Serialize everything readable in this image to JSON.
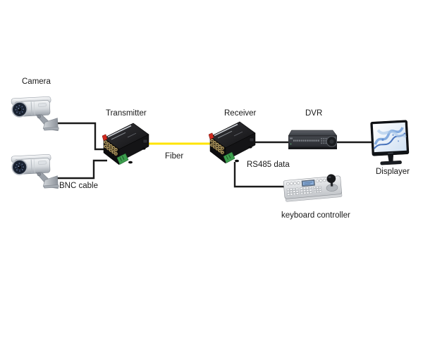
{
  "diagram": {
    "background": "#ffffff",
    "nodes": {
      "camera": {
        "label": "Camera",
        "visible_count": 2
      },
      "transmitter": {
        "label": "Transmitter"
      },
      "receiver": {
        "label": "Receiver"
      },
      "dvr": {
        "label": "DVR"
      },
      "displayer": {
        "label": "Displayer"
      },
      "keyboard_controller": {
        "label": "keyboard controller"
      }
    },
    "connections": {
      "bnc": {
        "label": "BNC cable",
        "color": "#1a1a1a"
      },
      "fiber": {
        "label": "Fiber",
        "color": "#ffe400"
      },
      "receiver_to_dvr": {
        "color": "#1a1a1a"
      },
      "dvr_to_displayer": {
        "color": "#1a1a1a"
      },
      "rs485": {
        "label": "RS485 data",
        "color": "#1a1a1a"
      }
    }
  }
}
